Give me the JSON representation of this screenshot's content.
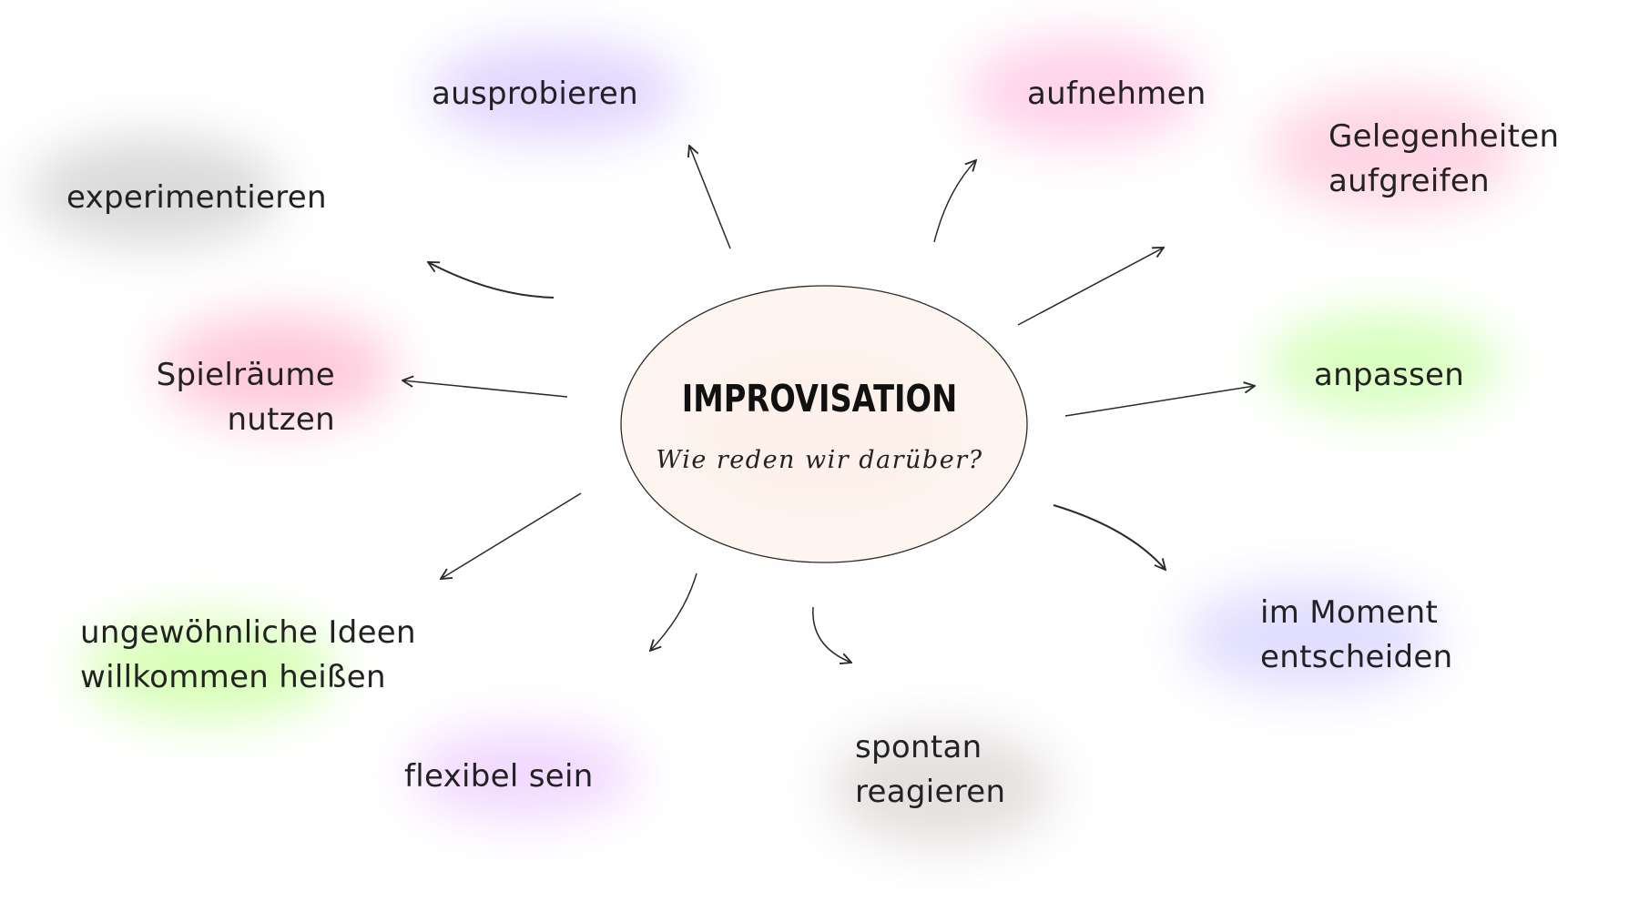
{
  "center": {
    "title": "IMPROVISATION",
    "subtitle": "Wie reden wir darüber?"
  },
  "nodes": [
    {
      "id": "ausprobieren",
      "label": "ausprobieren",
      "color": "#c9b6ff"
    },
    {
      "id": "aufnehmen",
      "label": "aufnehmen",
      "color": "#ffb0d8"
    },
    {
      "id": "gelegenheiten",
      "label": "Gelegenheiten\naufgreifen",
      "color": "#ffb3cf"
    },
    {
      "id": "experimentieren",
      "label": "experimentieren",
      "color": "#bdbdbd"
    },
    {
      "id": "spielraeume",
      "label": "Spielräume\nnutzen",
      "color": "#ff9fc0"
    },
    {
      "id": "anpassen",
      "label": "anpassen",
      "color": "#b8ff8a"
    },
    {
      "id": "im-moment",
      "label": "im Moment\nentscheiden",
      "color": "#c9c2ff"
    },
    {
      "id": "ungewoehnliche",
      "label": "ungewöhnliche Ideen\nwillkommen heißen",
      "color": "#b6ff7a"
    },
    {
      "id": "flexibel",
      "label": "flexibel sein",
      "color": "#e6b8ff"
    },
    {
      "id": "spontan",
      "label": "spontan\nreagieren",
      "color": "#d0c6c6"
    }
  ],
  "colors": {
    "ellipse_fill": "#fdf1ec",
    "ellipse_glow": "#ffd9c8",
    "stroke": "#2a2a2a"
  }
}
